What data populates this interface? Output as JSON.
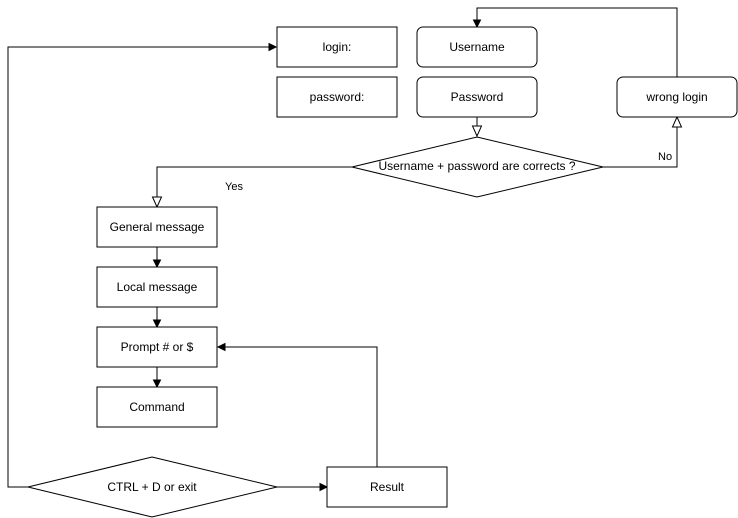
{
  "nodes": {
    "login_label": "login:",
    "password_label": "password:",
    "username": "Username",
    "password": "Password",
    "wrong_login": "wrong login",
    "check_decision": "Username + password are corrects ?",
    "general_message": "General message",
    "local_message": "Local message",
    "prompt": "Prompt # or $",
    "command": "Command",
    "exit_decision": "CTRL + D or exit",
    "result": "Result"
  },
  "edge_labels": {
    "yes": "Yes",
    "no": "No"
  },
  "colors": {
    "stroke": "#000000",
    "fill": "#ffffff",
    "text": "#000000"
  }
}
